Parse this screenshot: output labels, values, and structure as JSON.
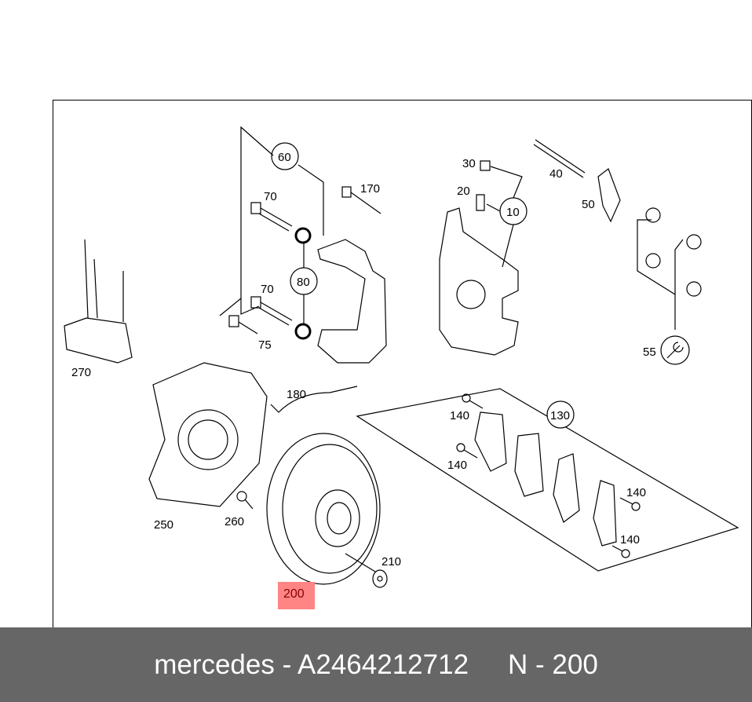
{
  "diagram": {
    "callouts": [
      "60",
      "70",
      "170",
      "80",
      "70",
      "75",
      "30",
      "20",
      "10",
      "40",
      "50",
      "55",
      "270",
      "180",
      "250",
      "260",
      "130",
      "140",
      "140",
      "140",
      "140",
      "210"
    ],
    "highlighted_callout": "200",
    "highlight_color": "#ff8585"
  },
  "footer": {
    "brand_part": "mercedes - A2464212712",
    "position": "N - 200",
    "background": "#666666"
  }
}
